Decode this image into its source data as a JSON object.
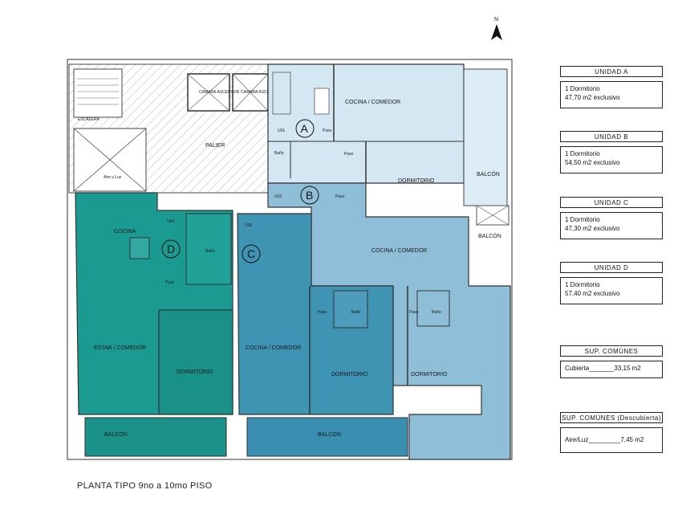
{
  "north": {
    "label": "N"
  },
  "plan": {
    "stair_label": "ESCALERA",
    "shaft_labels": [
      "CAMARA ASCENSOR",
      "CAMARA ASCENSOR"
    ],
    "hall_label": "PALIER",
    "light_well_label": "Aire y Luz",
    "units": {
      "A": {
        "letter": "A",
        "entry": "U01",
        "kitchen": "COCINA / COMEDOR",
        "bath": "Baño",
        "hall": "Paso",
        "hall2": "Paso",
        "bedroom": "DORMITORIO",
        "balcony": "BALCÓN",
        "colors": {
          "fill": "#d3e8f3"
        }
      },
      "B": {
        "letter": "B",
        "entry": "U02",
        "kitchen": "COCINA / COMEDOR",
        "hall": "Paso",
        "hall2": "Paso",
        "bath": "Baño",
        "bedroom": "DORMITORIO",
        "balcony": "BALCÓN",
        "colors": {
          "fill": "#8fbfd8"
        }
      },
      "C": {
        "letter": "C",
        "entry": "U03",
        "kitchen": "COCINA / COMEDOR",
        "hall": "Paso",
        "bath": "Baño",
        "bedroom": "DORMITORIO",
        "balcony": "BALCÓN",
        "colors": {
          "fill": "#3f93b3"
        }
      },
      "D": {
        "letter": "D",
        "entry": "U04",
        "kitchen": "COCINA",
        "bath": "Baño",
        "hall": "Paso",
        "living": "ESTAR / COMEDOR",
        "bedroom": "DORMITORIO",
        "balcony": "BALCÓN",
        "colors": {
          "fill": "#1b9a92"
        }
      }
    }
  },
  "legend": [
    {
      "title": "UNIDAD A",
      "lines": [
        "1 Dormitorio",
        "47,70 m2 exclusivo"
      ]
    },
    {
      "title": "UNIDAD B",
      "lines": [
        "1 Dormitorio",
        "54,50 m2 exclusivo"
      ]
    },
    {
      "title": "UNIDAD C",
      "lines": [
        "1 Dormitorio",
        "47,30 m2 exclusivo"
      ]
    },
    {
      "title": "UNIDAD D",
      "lines": [
        "1 Dormitorio",
        "57,40 m2 exclusivo"
      ]
    },
    {
      "title": "SUP. COMÚNES",
      "lines": [
        "Cubierta_______33,15 m2"
      ]
    },
    {
      "title": "SUP. COMÚNES (Descubierta)",
      "lines": [
        "Aire/Luz_________7,45 m2"
      ]
    }
  ],
  "caption": "PLANTA TIPO 9no a 10mo PISO"
}
